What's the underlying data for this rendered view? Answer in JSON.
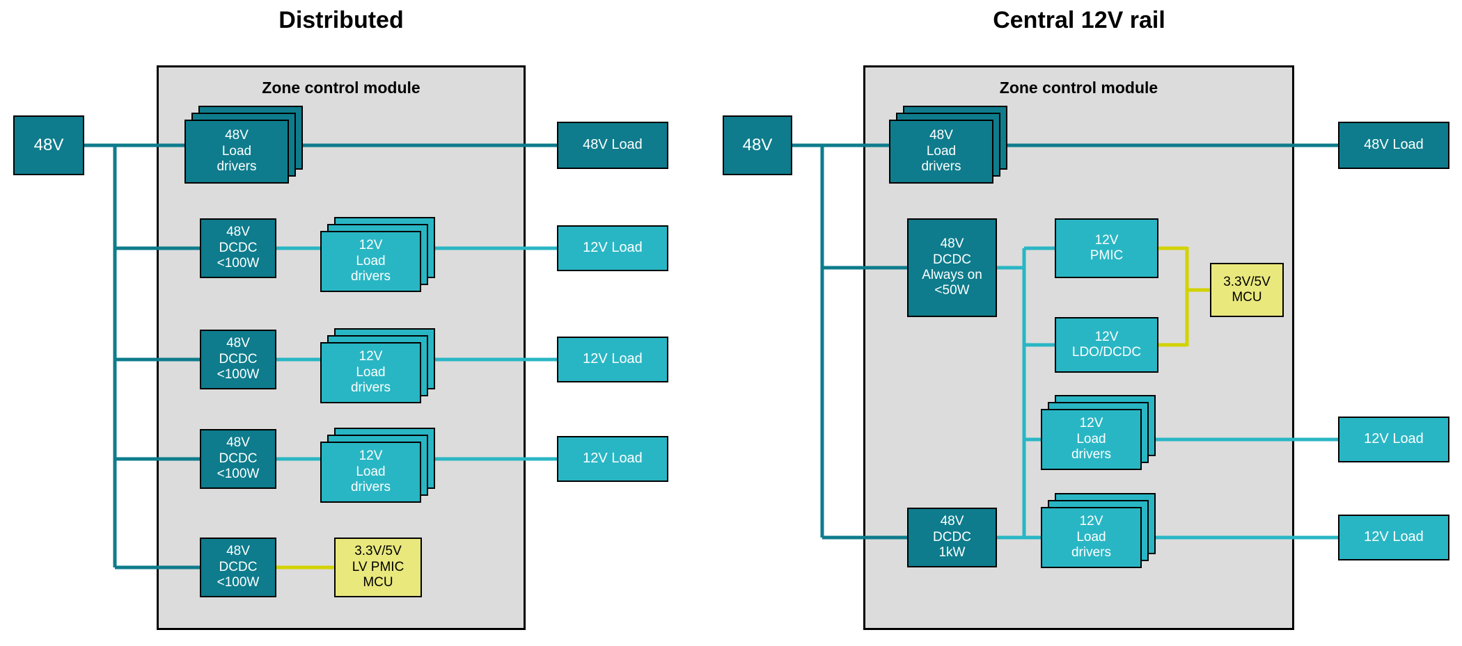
{
  "diagram_left": {
    "title": "Distributed",
    "source_label": "48V",
    "zone_title": "Zone control module",
    "load_drivers_48v": "48V\nLoad\ndrivers",
    "dcdc_100w": "48V\nDCDC\n<100W",
    "load_drivers_12v": "12V\nLoad\ndrivers",
    "mcu": "3.3V/5V\nLV PMIC\nMCU",
    "load_48v": "48V Load",
    "load_12v": "12V Load"
  },
  "diagram_right": {
    "title": "Central 12V rail",
    "source_label": "48V",
    "zone_title": "Zone control module",
    "load_drivers_48v": "48V\nLoad\ndrivers",
    "dcdc_always_on": "48V\nDCDC\nAlways on\n<50W",
    "pmic": "12V\nPMIC",
    "ldo_dcdc": "12V\nLDO/DCDC",
    "mcu": "3.3V/5V\nMCU",
    "dcdc_1kw": "48V\nDCDC\n1kW",
    "load_drivers_12v": "12V\nLoad\ndrivers",
    "load_48v": "48V Load",
    "load_12v": "12V Load"
  },
  "colors": {
    "dark_teal": "#0e7c8c",
    "cyan": "#29b6c4",
    "yellow_fill": "#e9e87d",
    "yellow_arrow": "#d2d200",
    "zone_fill": "#dcdcdc"
  }
}
